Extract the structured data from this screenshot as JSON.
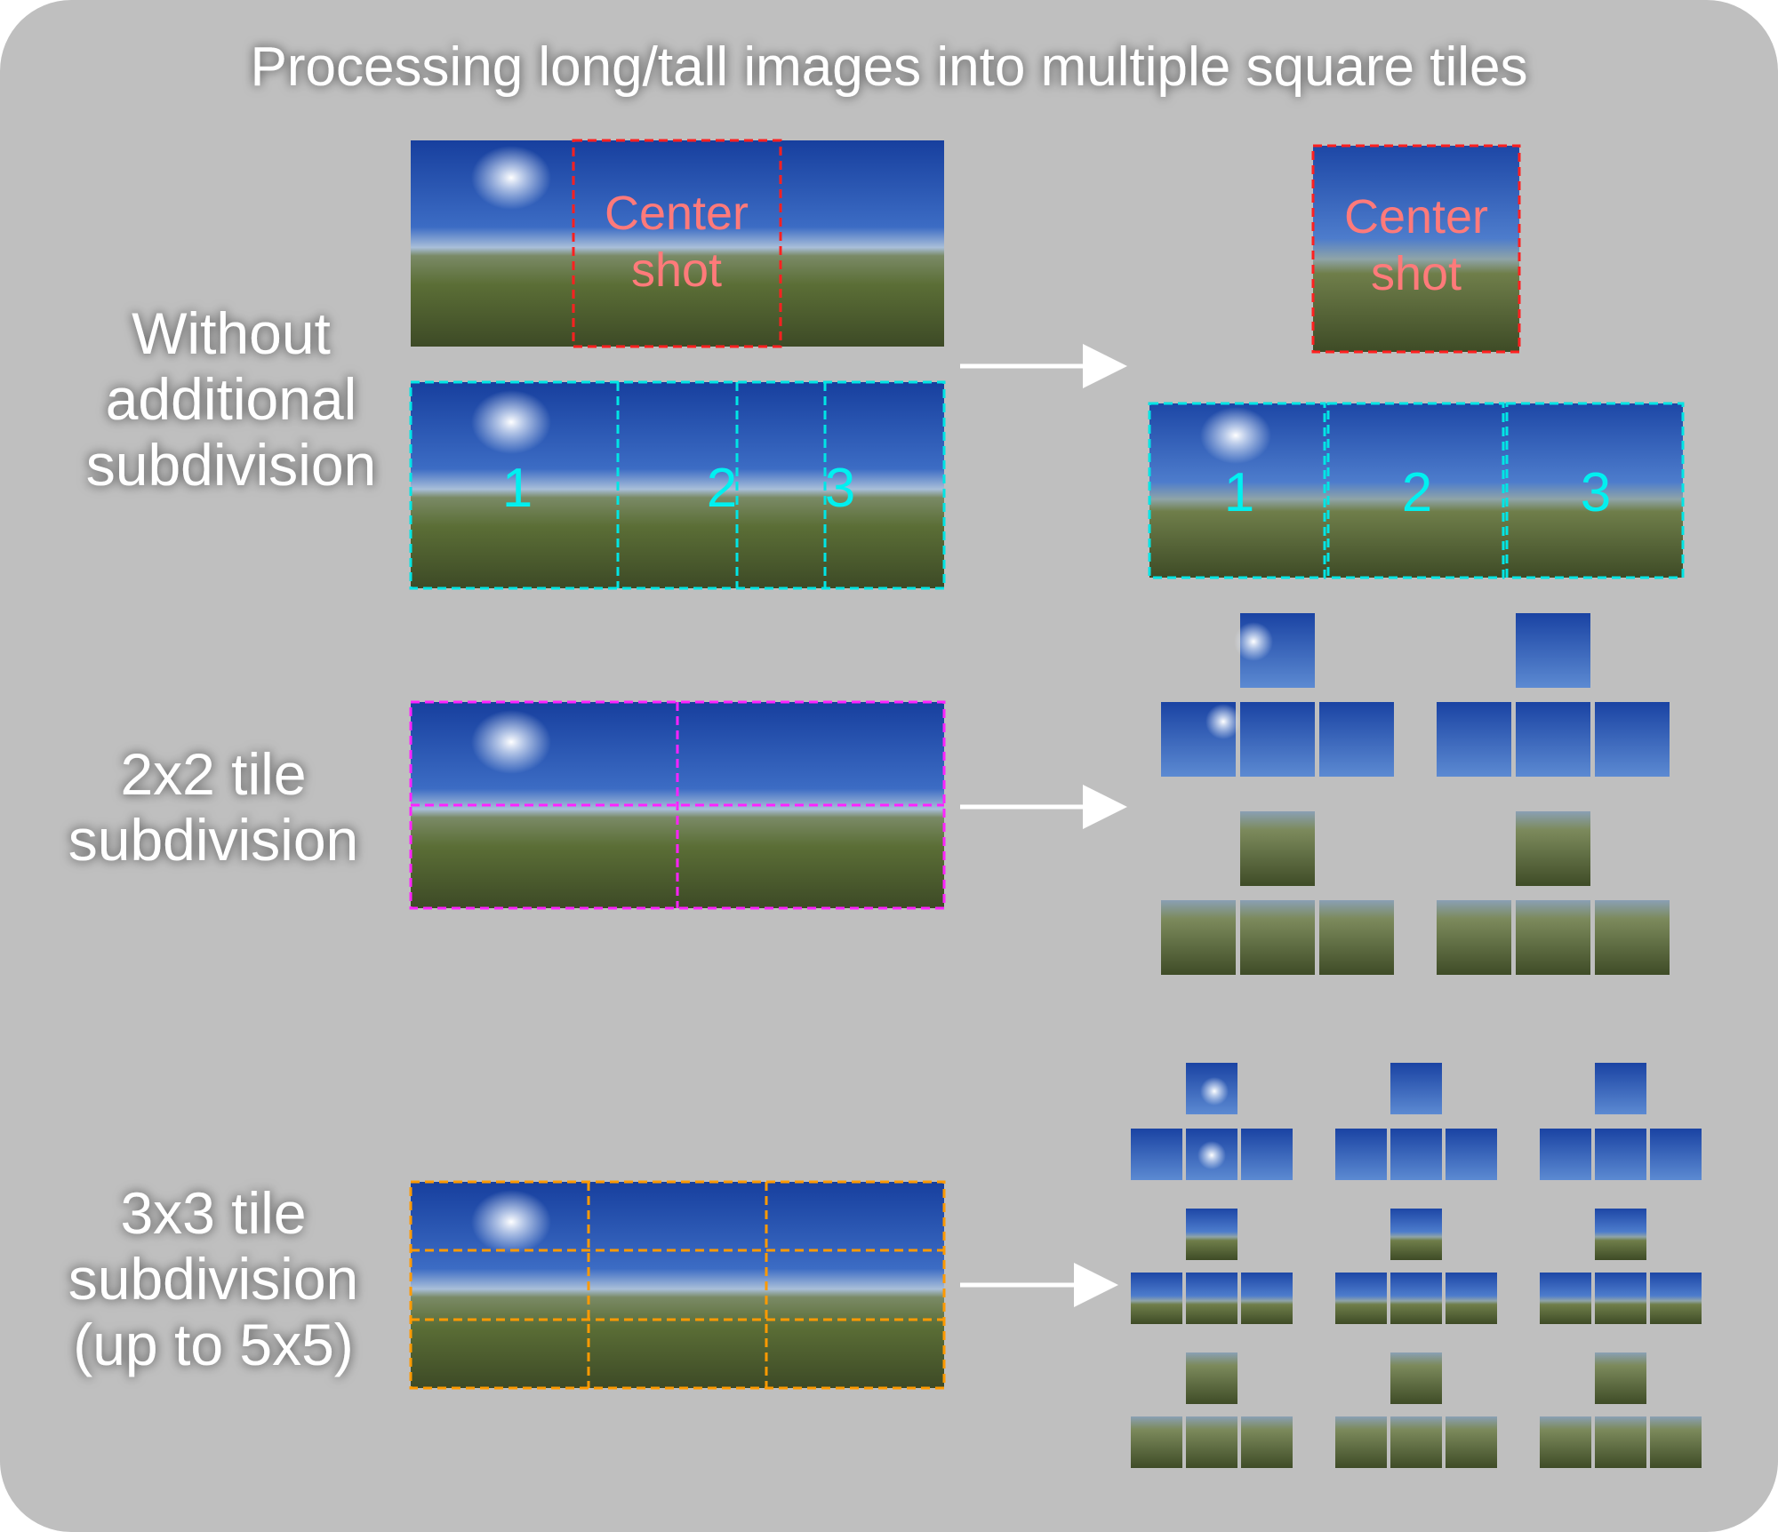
{
  "title": "Processing long/tall images into multiple square tiles",
  "rows": [
    {
      "label_lines": [
        "Without",
        "additional",
        "subdivision"
      ],
      "color": "#ff2020"
    },
    {
      "label_lines": [
        "2x2 tile",
        "subdivision"
      ],
      "color": "#ff22ff"
    },
    {
      "label_lines": [
        "3x3 tile",
        "subdivision",
        "(up to 5x5)"
      ],
      "color": "#ff9a00"
    }
  ],
  "center_shot": {
    "lines": [
      "Center",
      "shot"
    ],
    "color": "#ff2020",
    "text_color": "#ff7a7a"
  },
  "tile_numbers": [
    "1",
    "2",
    "3"
  ],
  "tile_number_color": "#00f0f0",
  "colors": {
    "background": "#bfbfbf",
    "sky_top": "#1b46a6",
    "sky_bottom": "#5f8fd6",
    "grass": "#556b2f",
    "arrow": "#ffffff"
  }
}
